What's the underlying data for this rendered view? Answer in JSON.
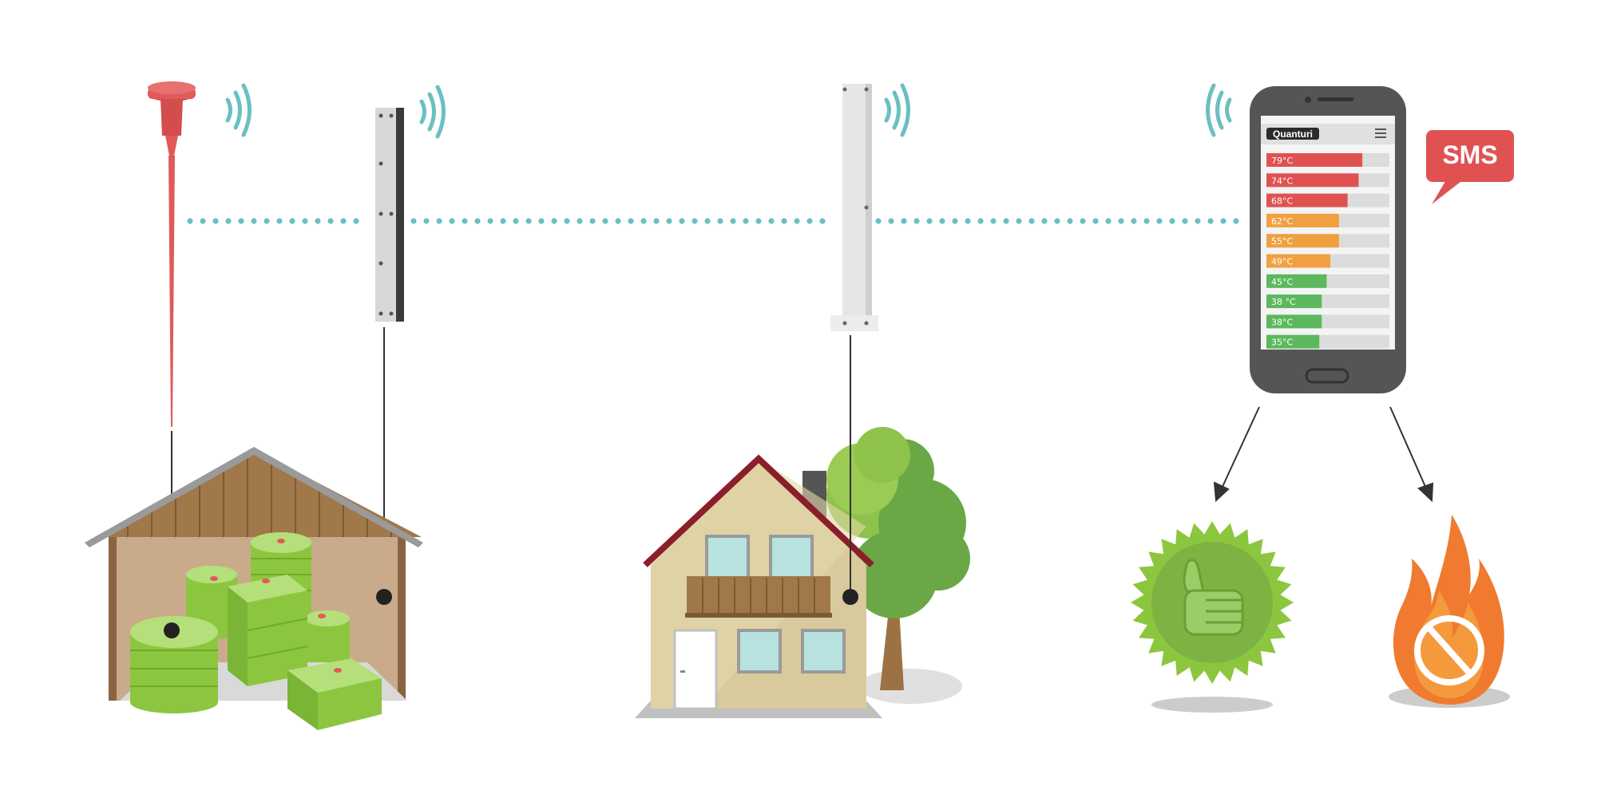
{
  "phone": {
    "logo": "Quanturi",
    "readings": [
      {
        "label": "79°C",
        "level": 0.78,
        "color": "#e05252"
      },
      {
        "label": "74°C",
        "level": 0.75,
        "color": "#e05252"
      },
      {
        "label": "68°C",
        "level": 0.66,
        "color": "#e05252"
      },
      {
        "label": "62°C",
        "level": 0.59,
        "color": "#f0a040"
      },
      {
        "label": "55°C",
        "level": 0.59,
        "color": "#f0a040"
      },
      {
        "label": "49°C",
        "level": 0.52,
        "color": "#f0a040"
      },
      {
        "label": "45°C",
        "level": 0.49,
        "color": "#5cb85c"
      },
      {
        "label": "38 °C",
        "level": 0.45,
        "color": "#5cb85c"
      },
      {
        "label": "38°C",
        "level": 0.45,
        "color": "#5cb85c"
      },
      {
        "label": "35°C",
        "level": 0.43,
        "color": "#5cb85c"
      }
    ]
  },
  "sms": {
    "label": "SMS"
  },
  "colors": {
    "signal": "#6bbfc1",
    "probe": "#e05a5a",
    "hay": "#8cc63f",
    "barn_wood": "#a0784a",
    "good": "#8cc63f",
    "fire": "#f07a30"
  },
  "icons": [
    "hay-probe-icon",
    "signal-waves-icon",
    "repeater-icon",
    "base-station-icon",
    "smartphone-icon",
    "sms-bubble-icon",
    "barn-icon",
    "hay-bales-icon",
    "house-icon",
    "tree-icon",
    "thumbs-up-badge-icon",
    "fire-prevented-icon",
    "arrow-icon"
  ]
}
